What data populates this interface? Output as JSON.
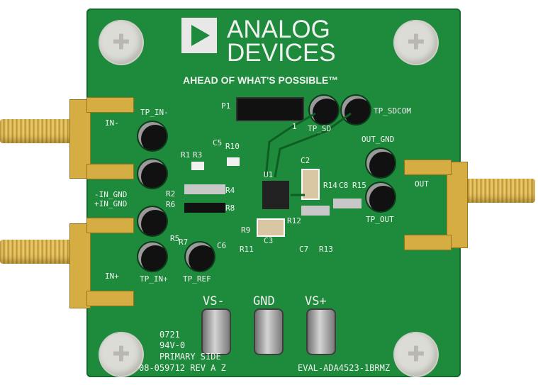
{
  "brand": {
    "line1": "ANALOG",
    "line2": "DEVICES",
    "tagline": "AHEAD OF WHAT'S POSSIBLE™"
  },
  "labels": {
    "p1": "P1",
    "pin1": "1",
    "tp_sd": "TP_SD",
    "tp_sdcom": "TP_SDCOM",
    "tp_in_minus": "TP_IN-",
    "in_minus": "IN-",
    "minus_in_gnd": "-IN_GND",
    "plus_in_gnd": "+IN_GND",
    "in_plus": "IN+",
    "tp_in_plus": "TP_IN+",
    "tp_ref": "TP_REF",
    "out_gnd": "OUT_GND",
    "out": "OUT",
    "tp_out": "TP_OUT",
    "u1": "U1",
    "c2": "C2",
    "c3": "C3",
    "c5": "C5",
    "c6": "C6",
    "c7": "C7",
    "c8": "C8",
    "r1": "R1",
    "r2": "R2",
    "r3": "R3",
    "r4": "R4",
    "r5": "R5",
    "r6": "R6",
    "r7": "R7",
    "r8": "R8",
    "r9": "R9",
    "r10": "R10",
    "r11": "R11",
    "r12": "R12",
    "r13": "R13",
    "r14": "R14",
    "r15": "R15",
    "vs_minus": "VS-",
    "gnd": "GND",
    "vs_plus": "VS+",
    "code": "0721",
    "rating": "94V-0",
    "side": "PRIMARY SIDE",
    "part": "08-059712 REV A Z",
    "board_name": "EVAL-ADA4523-1BRMZ"
  }
}
